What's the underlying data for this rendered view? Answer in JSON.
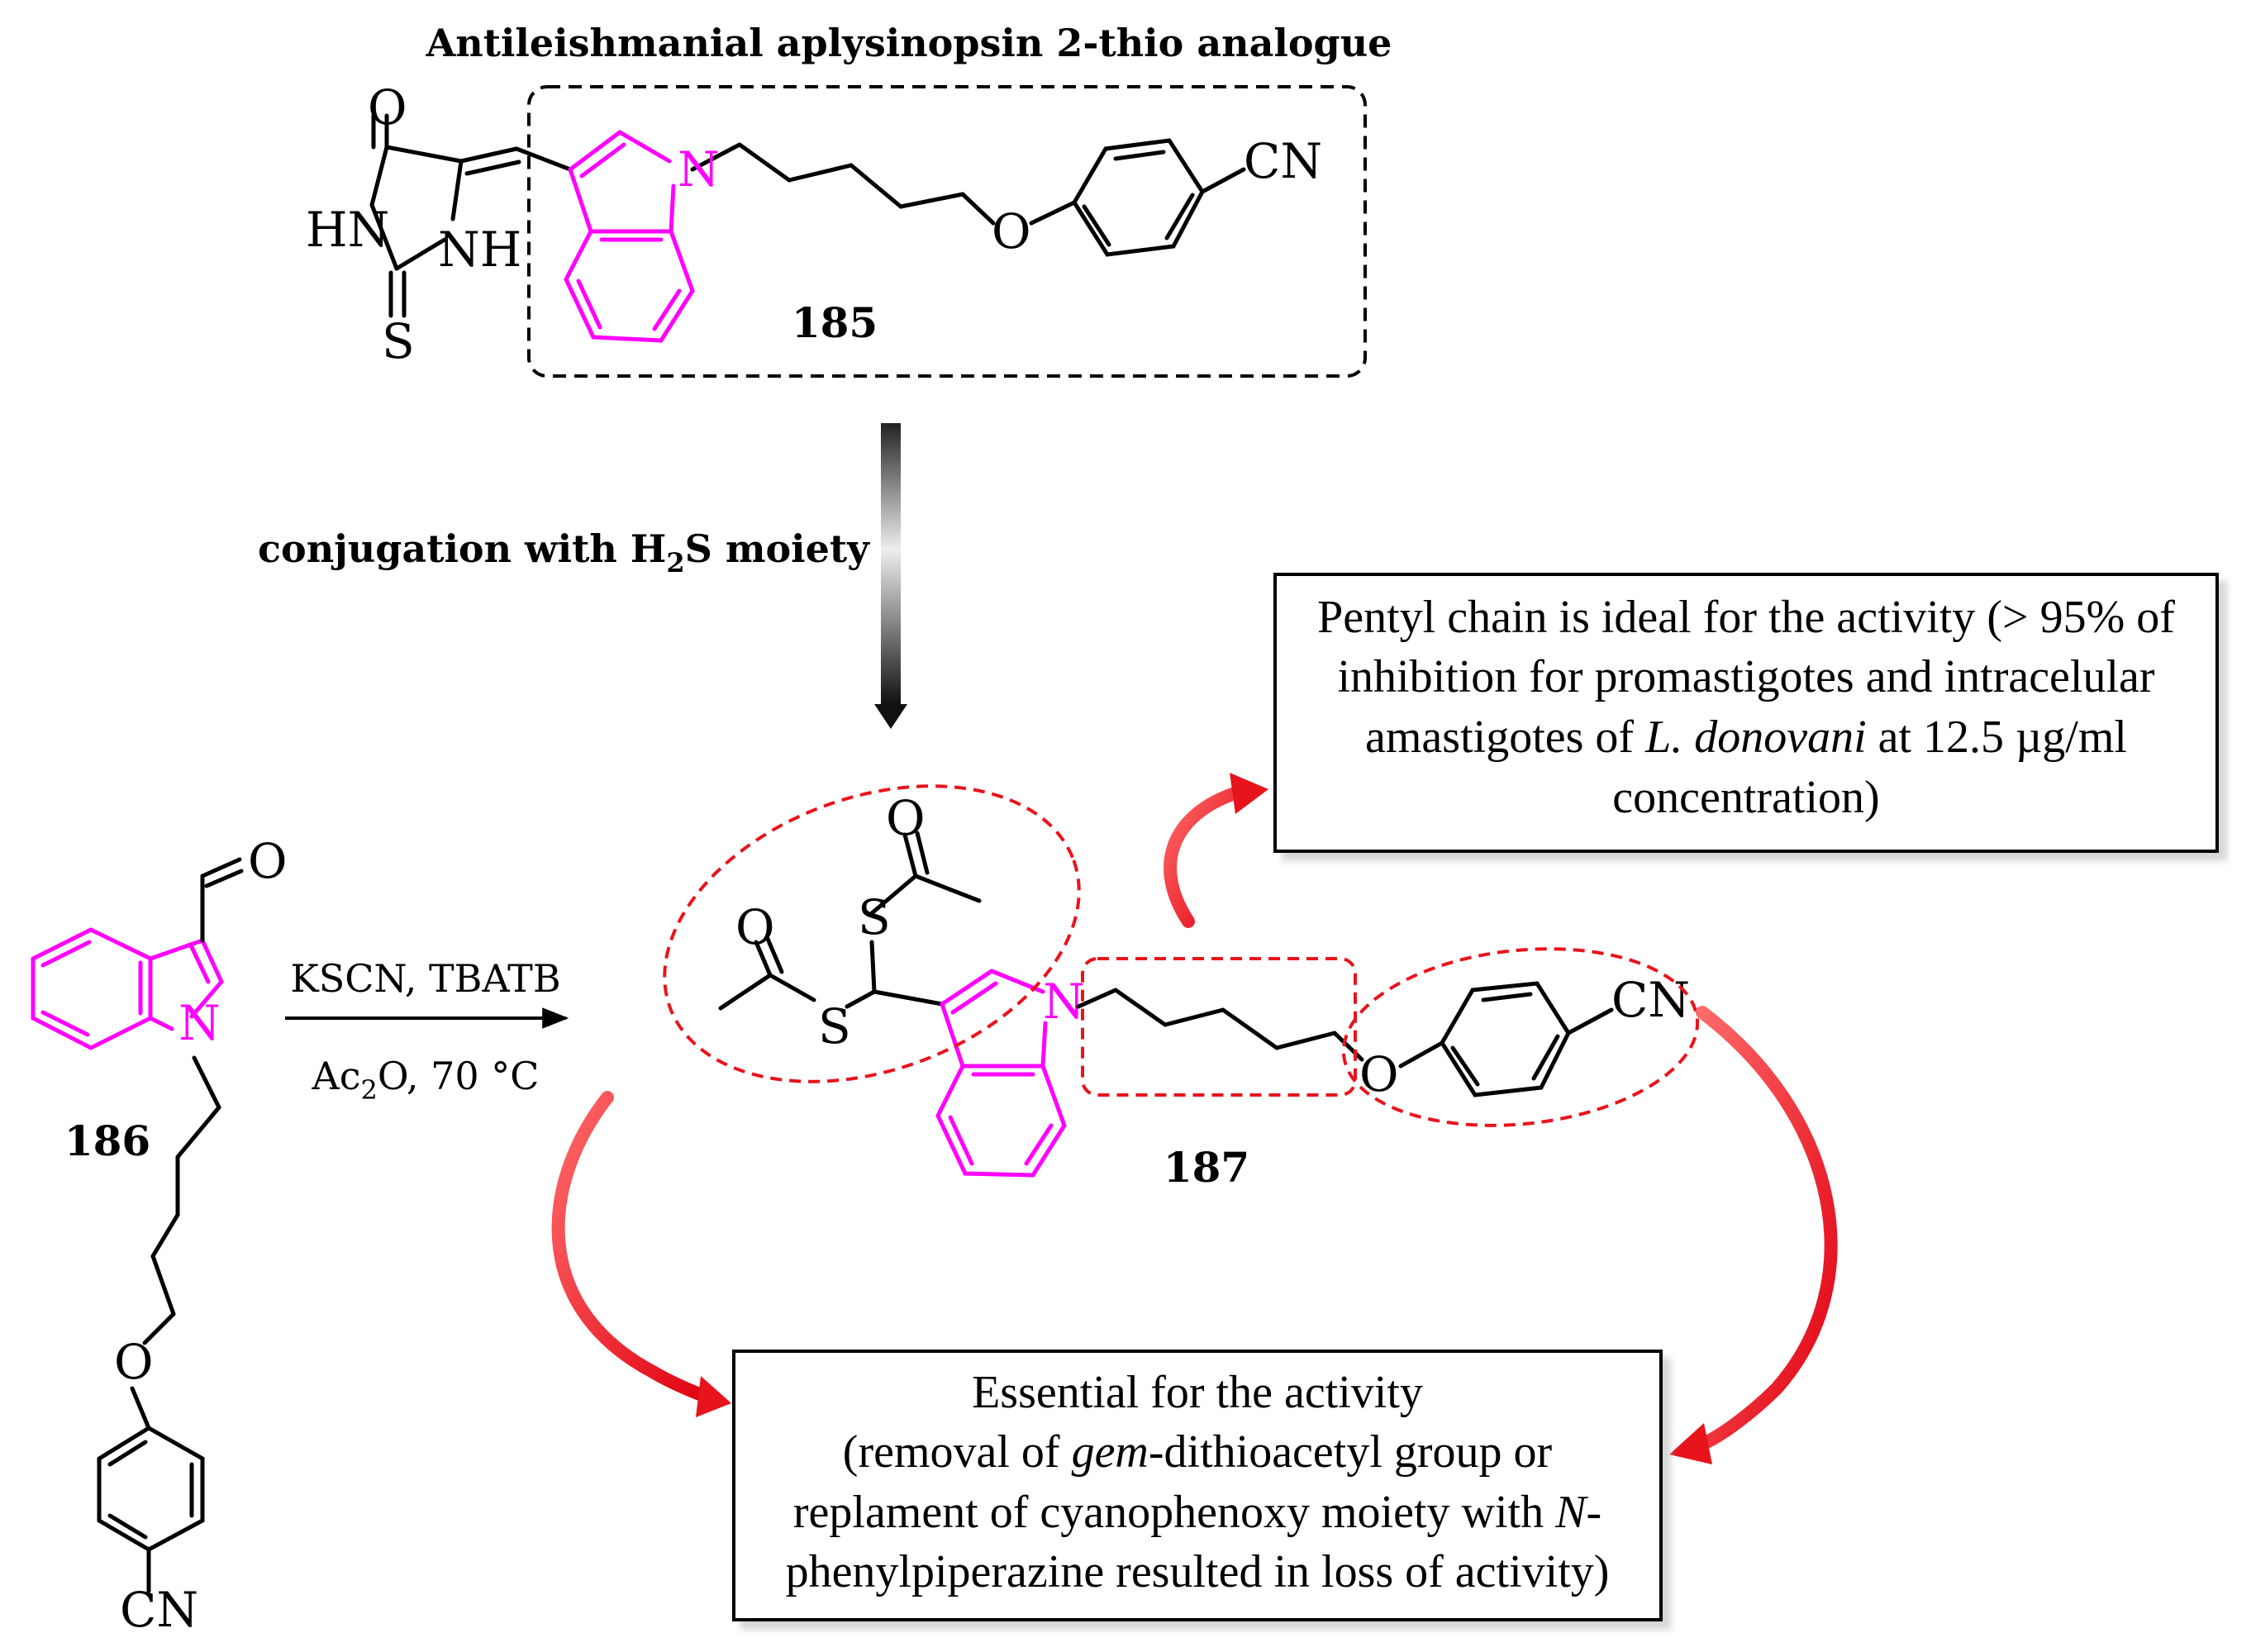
{
  "title": "Antileishmanial aplysinopsin 2-thio analogue",
  "compounds": {
    "c185": "185",
    "c186": "186",
    "c187": "187"
  },
  "transformation": {
    "label_main": "conjugation with H",
    "label_sub": "2",
    "label_tail": "S moiety"
  },
  "reaction": {
    "reagents_top": "KSCN, TBATB",
    "reagents_bottom_a": "Ac",
    "reagents_bottom_sub": "2",
    "reagents_bottom_b": "O, 70 °C"
  },
  "atoms": {
    "O": "O",
    "N": "N",
    "S": "S",
    "HN": "HN",
    "NH": "NH",
    "CN": "CN"
  },
  "notes": {
    "pentyl": {
      "line1": "Pentyl chain is ideal for the activity (> 95% of",
      "line2": "inhibition for promastigotes and intracelular",
      "line3_a": "amastigotes of ",
      "line3_italic": "L. donovani",
      "line3_b": " at 12.5 µg/ml",
      "line4": "concentration)"
    },
    "essential": {
      "line1": "Essential for the activity",
      "line2_a": "(removal of ",
      "line2_italic": "gem",
      "line2_b": "-dithioacetyl group or",
      "line3_a": "replament of cyanophenoxy moiety with ",
      "line3_italic": "N",
      "line3_b": "-",
      "line4": "phenylpiperazine resulted in loss of activity)"
    }
  },
  "colors": {
    "indole": "#ff00ff",
    "highlight": "#e8141c",
    "ink": "#000000"
  }
}
